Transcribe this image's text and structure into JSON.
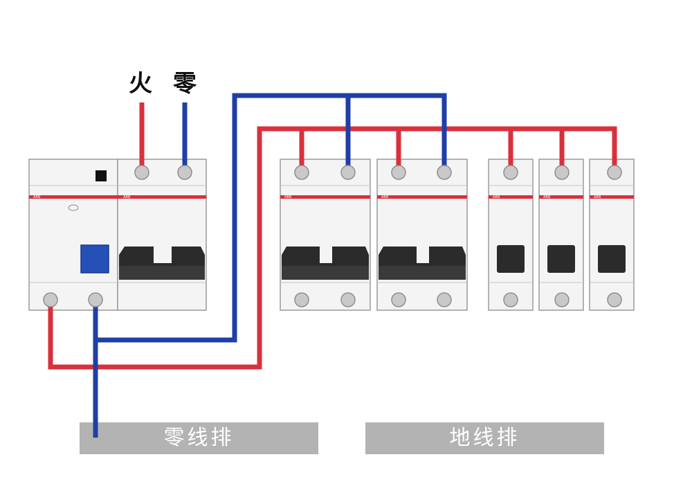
{
  "labels": {
    "live": "火",
    "neutral": "零"
  },
  "bars": {
    "neutral_bar": "零线排",
    "ground_bar": "地线排"
  },
  "brand": "ABB",
  "colors": {
    "live_wire": "#d8313c",
    "neutral_wire": "#1f3fa6",
    "breaker_body": "#f4f4f4",
    "breaker_outline": "#9a9a9a",
    "toggle": "#2b2b2b",
    "terminal": "#c9c9c9",
    "test_button": "#2550b8",
    "bus_bar": "#b3b3b3"
  }
}
